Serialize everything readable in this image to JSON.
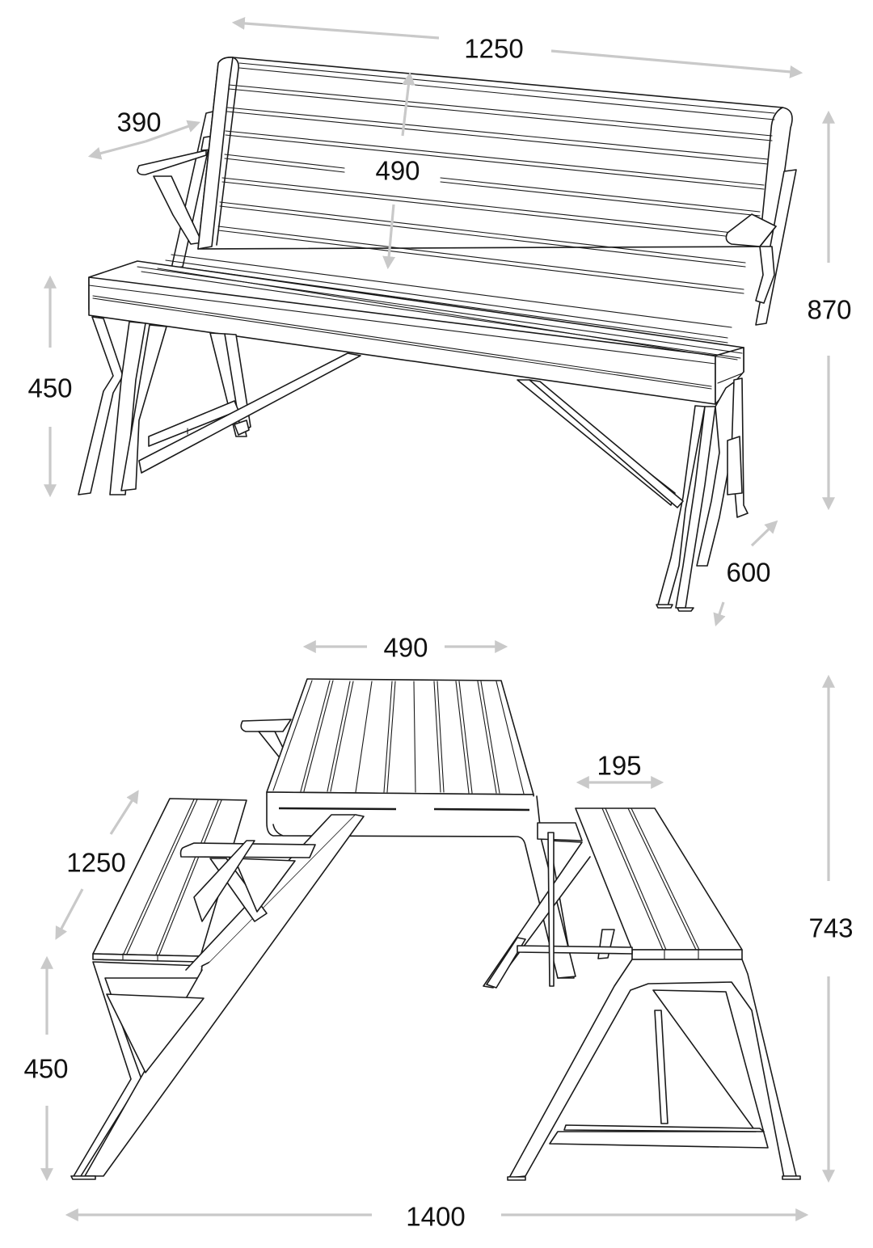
{
  "figure": {
    "type": "dimensioned product drawing",
    "units_implied": "mm",
    "colors": {
      "outline": "#1a1a1a",
      "dimension_arrow": "#c9c9c9",
      "label": "#111111",
      "background": "#ffffff"
    }
  },
  "bench_view": {
    "name": "Bench configuration",
    "dimensions": {
      "length": "1250",
      "armrest_depth": "390",
      "backrest_height": "490",
      "seat_height": "450",
      "overall_height": "870",
      "depth": "600"
    }
  },
  "table_view": {
    "name": "Picnic table configuration",
    "dimensions": {
      "table_width": "490",
      "seat_width": "195",
      "length": "1250",
      "seat_height": "450",
      "overall_height": "743",
      "overall_width": "1400"
    }
  }
}
